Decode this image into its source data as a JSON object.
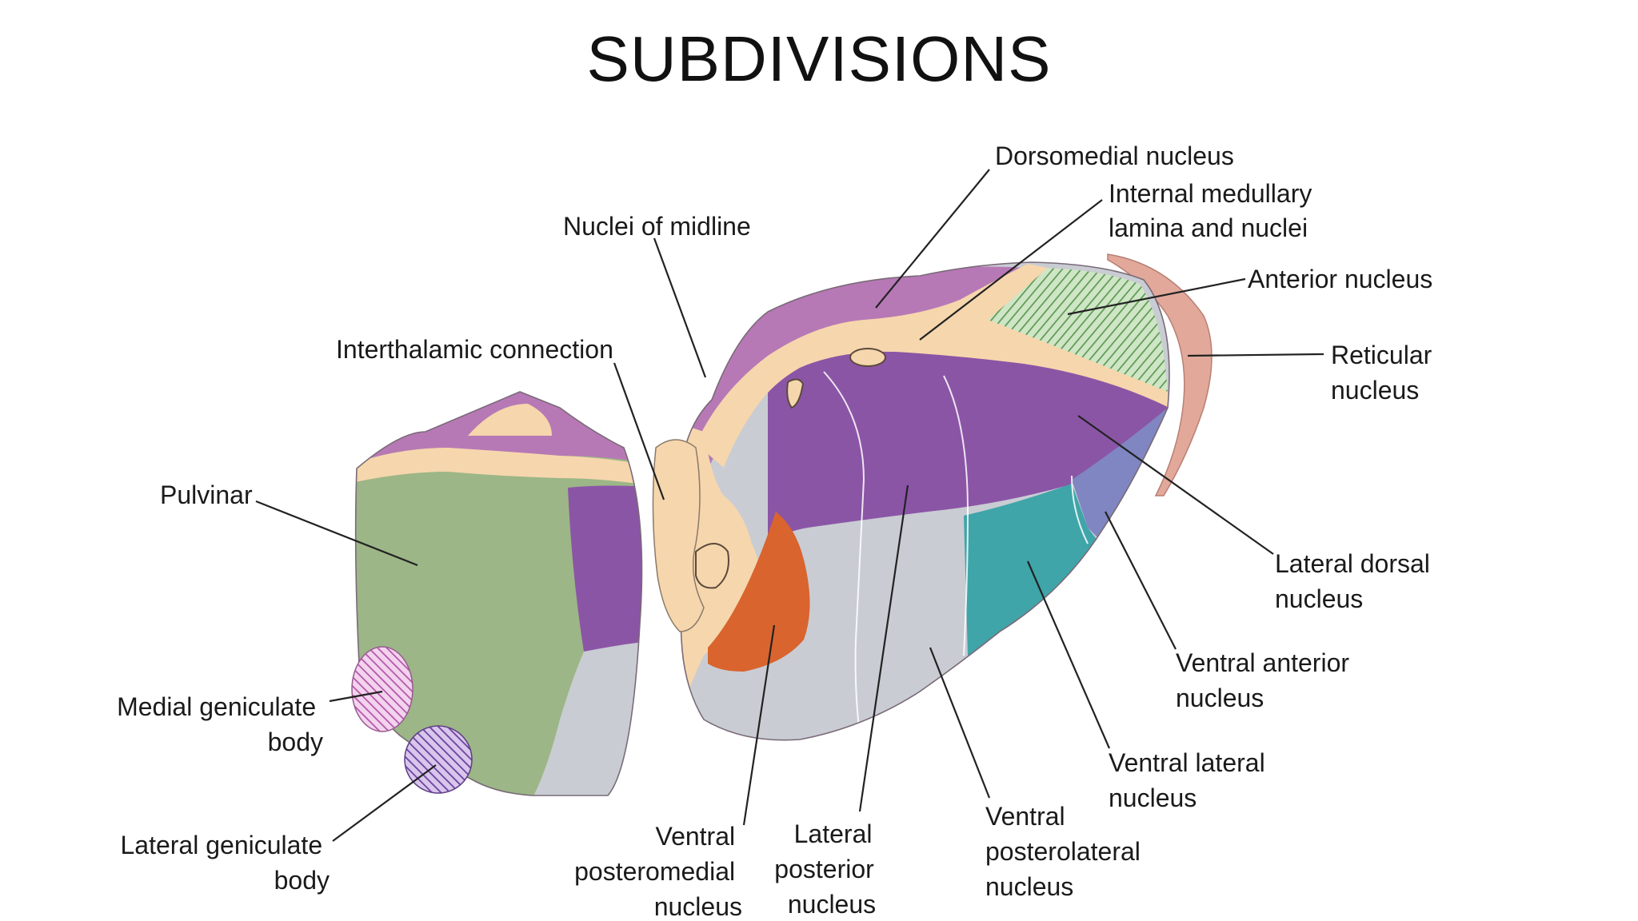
{
  "title": "SUBDIVISIONS",
  "labels": {
    "dorsomedial": [
      "Dorsomedial nucleus"
    ],
    "internal_medullary": [
      "Internal medullary",
      "lamina and nuclei"
    ],
    "nuclei_midline": [
      "Nuclei of midline"
    ],
    "anterior": [
      "Anterior nucleus"
    ],
    "interthalamic": [
      "Interthalamic connection"
    ],
    "reticular": [
      "Reticular",
      "nucleus"
    ],
    "pulvinar": [
      "Pulvinar"
    ],
    "lateral_dorsal": [
      "Lateral dorsal",
      "nucleus"
    ],
    "ventral_anterior": [
      "Ventral anterior",
      "nucleus"
    ],
    "medial_geniculate": [
      "Medial geniculate",
      "body"
    ],
    "ventral_lateral": [
      "Ventral lateral",
      "nucleus"
    ],
    "lateral_geniculate": [
      "Lateral geniculate",
      "body"
    ],
    "ventral_posteromedial": [
      "Ventral",
      "posteromedial",
      "nucleus"
    ],
    "lateral_posterior": [
      "Lateral",
      "posterior",
      "nucleus"
    ],
    "ventral_posterolateral": [
      "Ventral",
      "posterolateral",
      "nucleus"
    ]
  },
  "colors": {
    "lamina": "#f6d6ad",
    "dorsomedial": "#b779b5",
    "lateral_group": "#8b55a6",
    "ventral_anterior": "#7f86c2",
    "ventral_lateral": "#3fa5a9",
    "posterior_gray": "#c9ccd3",
    "vpm": "#d9642e",
    "pulvinar": "#9cb687",
    "reticular": "#e2a99b",
    "anterior": "#a9cf9a"
  }
}
